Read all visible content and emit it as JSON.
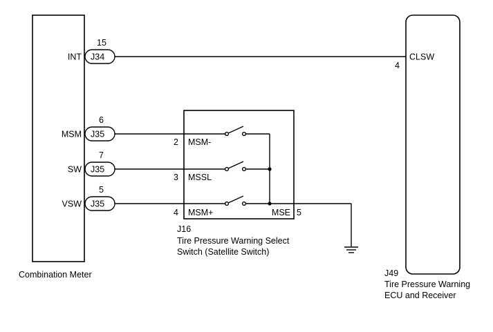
{
  "components": {
    "meter": {
      "label": "Combination Meter"
    },
    "ecu": {
      "ref": "J49",
      "line1": "Tire Pressure Warning",
      "line2": "ECU and Receiver"
    },
    "switch": {
      "ref": "J16",
      "line1": "Tire Pressure Warning Select",
      "line2": "Switch (Satellite Switch)"
    }
  },
  "meter_pins": [
    {
      "name": "INT",
      "connector": "J34",
      "pin": "15"
    },
    {
      "name": "MSM",
      "connector": "J35",
      "pin": "6"
    },
    {
      "name": "SW",
      "connector": "J35",
      "pin": "7"
    },
    {
      "name": "VSW",
      "connector": "J35",
      "pin": "5"
    }
  ],
  "switch_pins": [
    {
      "pin": "2",
      "name": "MSM-"
    },
    {
      "pin": "3",
      "name": "MSSL"
    },
    {
      "pin": "4",
      "name": "MSM+"
    }
  ],
  "switch_common": {
    "name": "MSE",
    "pin": "5"
  },
  "ecu_pin": {
    "name": "CLSW",
    "pin": "4"
  },
  "symbols": {
    "ground": "ground-icon",
    "switch_contact": "switch-contact-icon"
  }
}
